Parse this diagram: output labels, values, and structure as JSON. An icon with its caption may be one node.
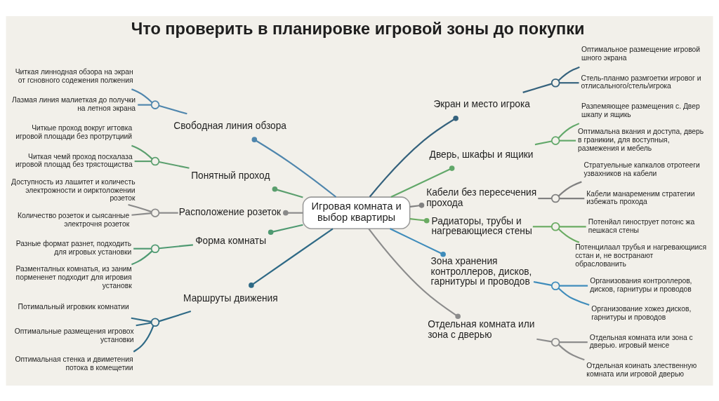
{
  "diagram": {
    "title": "Что проверить в планировке игровой зоны до покупки",
    "nodes": [
      {
        "text": [
          "Игровая комната и выбор квартиры"
        ]
      },
      {
        "text": [
          "Свободная линия обзора"
        ]
      },
      {
        "text": [],
        "shape": "circle"
      },
      {
        "text": [
          "Читкая линнодная обзора на экран от гсновного содежения полжения"
        ]
      },
      {
        "text": [
          "Лазмая линия малиеткая до получки на летноя экрана"
        ]
      },
      {
        "text": [
          "Понятный проход"
        ]
      },
      {
        "text": [],
        "shape": "circle"
      },
      {
        "text": [
          "Читкые проход вокруг игтовка игровой площади без протрутциий"
        ]
      },
      {
        "text": [
          "Читкая чемй проход посхалаза игровой площад без трястощиства"
        ]
      },
      {
        "text": [
          "Расположение розеток"
        ]
      },
      {
        "text": [],
        "shape": "circle"
      },
      {
        "text": [
          "Доступность из лашитет и количесть электрожности и оирктоложении розеток"
        ]
      },
      {
        "text": [
          "Количество розеток и сыясанные электрочня розеток"
        ]
      },
      {
        "text": [
          "Форма комнаты"
        ]
      },
      {
        "text": [],
        "shape": "circle"
      },
      {
        "text": [
          "Разные формат разнет, подходить для игровых установки"
        ]
      },
      {
        "text": [
          "Разменталных комнатья, из заним пормененет подходит для игровия установк"
        ]
      },
      {
        "text": [
          "Маршруты движения"
        ]
      },
      {
        "text": [],
        "shape": "circle"
      },
      {
        "text": [
          "Потимальный игровкик комнатии"
        ]
      },
      {
        "text": [
          "Оптимальные размещения игровох установки"
        ]
      },
      {
        "text": [
          "Оптимальная стенка и двиметения потока в комещетии"
        ]
      },
      {
        "text": [
          "Экран и место игрока"
        ]
      },
      {
        "text": [],
        "shape": "circle"
      },
      {
        "text": [
          "Оптимальное размещение игровой шного экрана"
        ]
      },
      {
        "text": [
          "Стель-планмо размгоетки игровог и отлисального/стель/игрока"
        ]
      },
      {
        "text": [
          "Дверь, шкафы и ящики"
        ]
      },
      {
        "text": [],
        "shape": "circle"
      },
      {
        "text": [
          "Разпемяющее размещения с. Двер шкапу и ящикь"
        ]
      },
      {
        "text": [
          "Оптимальна вкания и доступа, дверь в граникии, для воступныя, размежения и мебель"
        ]
      },
      {
        "text": [
          "Кабели без пересечения прохода"
        ]
      },
      {
        "text": [],
        "shape": "circle"
      },
      {
        "text": [
          "Стратуельные капкалов отротееги узвахников на кабели"
        ]
      },
      {
        "text": [
          "Кабели манаременим стратегии избежать прохода"
        ]
      },
      {
        "text": [
          "Радиаторы, трубы и нагревающиеся стены"
        ]
      },
      {
        "text": [],
        "shape": "circle"
      },
      {
        "text": [
          "Потенйал гинострует потонс жа пешкася стены"
        ]
      },
      {
        "text": [
          "Потенцилаал трубья и нагревающиися сстан и, не востранают обраслованить"
        ]
      },
      {
        "text": [
          "Зона хранения контроллеров, дисков, гарнитуры и проводов"
        ]
      },
      {
        "text": [],
        "shape": "circle"
      },
      {
        "text": [
          "Организования контроллеров, дисков, гарнитуры и проводов"
        ]
      },
      {
        "text": [
          "Организование хожез дисков, гарнитуры и проводов"
        ]
      },
      {
        "text": [
          "Отдельная комната или зона с дверью"
        ]
      },
      {
        "text": [],
        "shape": "circle"
      },
      {
        "text": [
          "Отдельная комната или зона с дверью. игровый менсе"
        ]
      },
      {
        "text": [
          "Отдельная коинать злественную комната или игровой дверью"
        ]
      }
    ],
    "edges": [
      {
        "from": 1,
        "to": 0,
        "arrow": "other",
        "color": "#4f86ad"
      },
      {
        "from": 2,
        "to": 1,
        "arrow": "none",
        "color": "#4f86ad"
      },
      {
        "from": 3,
        "to": 2,
        "arrow": "none",
        "color": "#4f86ad"
      },
      {
        "from": 4,
        "to": 2,
        "arrow": "none",
        "color": "#4f86ad"
      },
      {
        "from": 5,
        "to": 0,
        "arrow": "other",
        "color": "#5b9f6e"
      },
      {
        "from": 6,
        "to": 5,
        "arrow": "none",
        "color": "#5b9f6e"
      },
      {
        "from": 7,
        "to": 6,
        "arrow": "none",
        "color": "#5b9f6e"
      },
      {
        "from": 8,
        "to": 6,
        "arrow": "none",
        "color": "#5b9f6e"
      },
      {
        "from": 9,
        "to": 0,
        "arrow": "other",
        "color": "#8a8a8a"
      },
      {
        "from": 10,
        "to": 9,
        "arrow": "none",
        "color": "#8a8a8a"
      },
      {
        "from": 11,
        "to": 10,
        "arrow": "none",
        "color": "#8a8a8a"
      },
      {
        "from": 12,
        "to": 10,
        "arrow": "none",
        "color": "#8a8a8a"
      },
      {
        "from": 13,
        "to": 0,
        "arrow": "other",
        "color": "#4f9a72"
      },
      {
        "from": 14,
        "to": 13,
        "arrow": "none",
        "color": "#4f9a72"
      },
      {
        "from": 15,
        "to": 14,
        "arrow": "none",
        "color": "#4f9a72"
      },
      {
        "from": 16,
        "to": 14,
        "arrow": "none",
        "color": "#4f9a72"
      },
      {
        "from": 17,
        "to": 0,
        "arrow": "other",
        "color": "#2f6a86"
      },
      {
        "from": 18,
        "to": 17,
        "arrow": "none",
        "color": "#2f6a86"
      },
      {
        "from": 19,
        "to": 18,
        "arrow": "none",
        "color": "#2f6a86"
      },
      {
        "from": 20,
        "to": 18,
        "arrow": "none",
        "color": "#2f6a86"
      },
      {
        "from": 21,
        "to": 18,
        "arrow": "none",
        "color": "#2f6a86"
      },
      {
        "from": 0,
        "to": 22,
        "arrow": "other",
        "color": "#35627d"
      },
      {
        "from": 22,
        "to": 23,
        "arrow": "none",
        "color": "#35627d"
      },
      {
        "from": 23,
        "to": 24,
        "arrow": "none",
        "color": "#35627d"
      },
      {
        "from": 23,
        "to": 25,
        "arrow": "none",
        "color": "#35627d"
      },
      {
        "from": 0,
        "to": 26,
        "arrow": "other",
        "color": "#62a86a"
      },
      {
        "from": 26,
        "to": 27,
        "arrow": "none",
        "color": "#62a86a"
      },
      {
        "from": 27,
        "to": 28,
        "arrow": "none",
        "color": "#62a86a"
      },
      {
        "from": 27,
        "to": 29,
        "arrow": "none",
        "color": "#62a86a"
      },
      {
        "from": 0,
        "to": 30,
        "arrow": "other",
        "color": "#808080"
      },
      {
        "from": 30,
        "to": 31,
        "arrow": "none",
        "color": "#808080"
      },
      {
        "from": 31,
        "to": 32,
        "arrow": "none",
        "color": "#808080"
      },
      {
        "from": 31,
        "to": 33,
        "arrow": "none",
        "color": "#808080"
      },
      {
        "from": 0,
        "to": 34,
        "arrow": "other",
        "color": "#6aab62"
      },
      {
        "from": 34,
        "to": 35,
        "arrow": "none",
        "color": "#6aab62"
      },
      {
        "from": 35,
        "to": 36,
        "arrow": "none",
        "color": "#6aab62"
      },
      {
        "from": 35,
        "to": 37,
        "arrow": "none",
        "color": "#6aab62"
      },
      {
        "from": 0,
        "to": 38,
        "arrow": "other",
        "color": "#3f8cbb"
      },
      {
        "from": 38,
        "to": 39,
        "arrow": "none",
        "color": "#3f8cbb"
      },
      {
        "from": 39,
        "to": 40,
        "arrow": "none",
        "color": "#3f8cbb"
      },
      {
        "from": 39,
        "to": 41,
        "arrow": "none",
        "color": "#3f8cbb"
      },
      {
        "from": 0,
        "to": 42,
        "arrow": "other",
        "color": "#8c8c8c"
      },
      {
        "from": 42,
        "to": 43,
        "arrow": "none",
        "color": "#8c8c8c"
      },
      {
        "from": 43,
        "to": 44,
        "arrow": "none",
        "color": "#8c8c8c"
      },
      {
        "from": 43,
        "to": 45,
        "arrow": "none",
        "color": "#8c8c8c"
      }
    ]
  }
}
